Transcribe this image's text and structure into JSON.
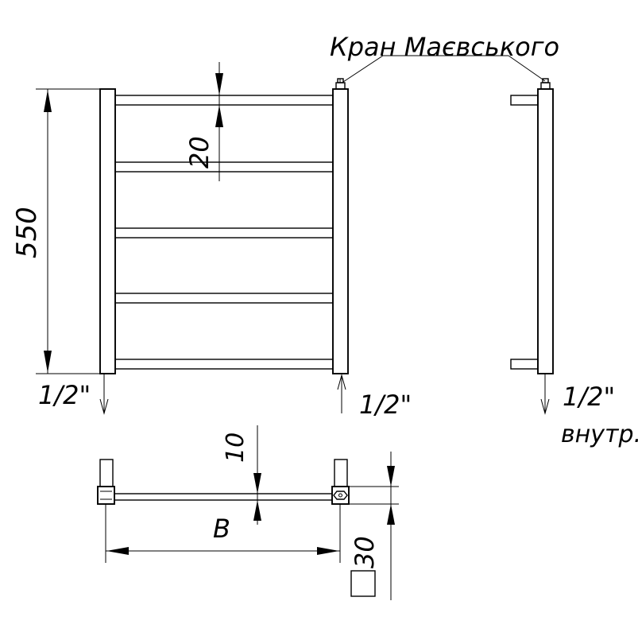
{
  "labels": {
    "valve": "Кран Маєвського",
    "height": "550",
    "rung_gap": "20",
    "inlet_left": "1/2\"",
    "inlet_right": "1/2\"",
    "side_thread": "1/2\"",
    "side_thread_note": "внутр.",
    "offset": "10",
    "width": "B",
    "depth": "30"
  }
}
